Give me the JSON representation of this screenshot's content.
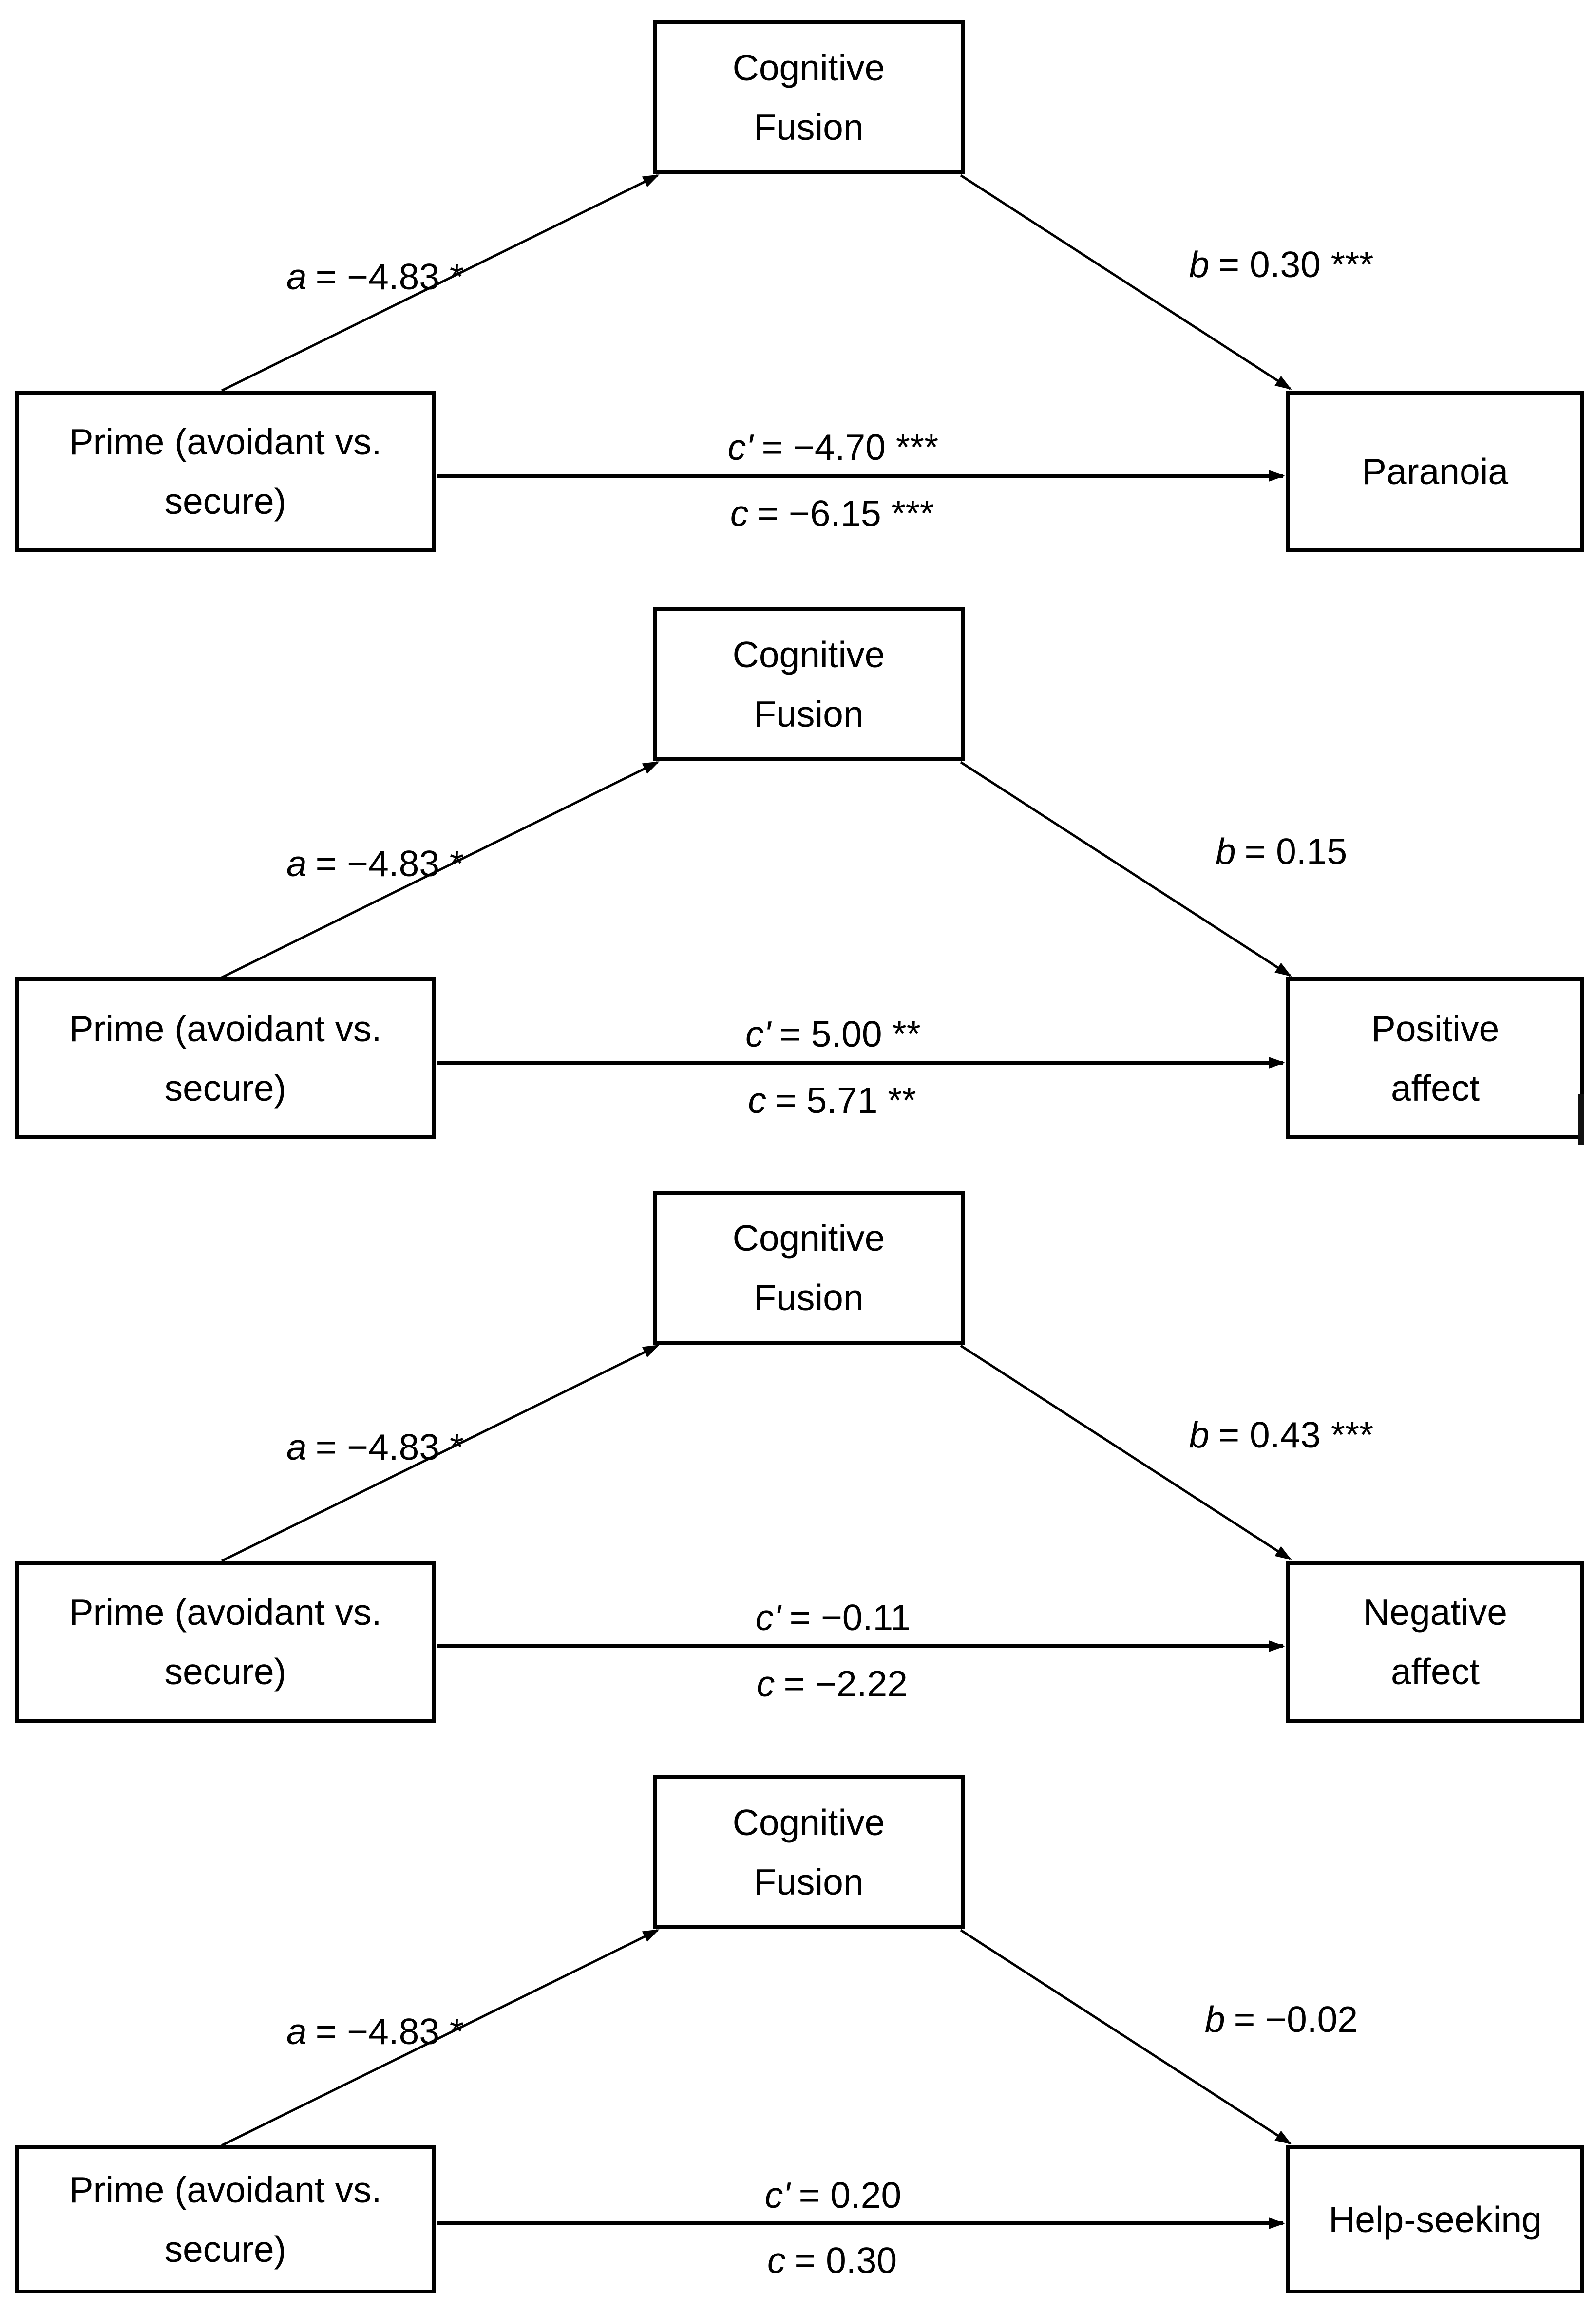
{
  "figure_type": "mediation-path-diagram",
  "panels": [
    {
      "id": "paranoia",
      "mediator_line1": "Cognitive",
      "mediator_line2": "Fusion",
      "predictor_line1": "Prime (avoidant vs.",
      "predictor_line2": "secure)",
      "outcome_line1": "Paranoia",
      "outcome_line2": "",
      "paths": {
        "a": {
          "var": "a",
          "text": "= −4.83 *"
        },
        "b": {
          "var": "b",
          "text": "= 0.30 ***"
        },
        "c_prime": {
          "var": "c'",
          "text": "= −4.70 ***"
        },
        "c": {
          "var": "c",
          "text": "= −6.15 ***"
        }
      }
    },
    {
      "id": "positive-affect",
      "mediator_line1": "Cognitive",
      "mediator_line2": "Fusion",
      "predictor_line1": "Prime (avoidant vs.",
      "predictor_line2": "secure)",
      "outcome_line1": "Positive",
      "outcome_line2": "affect",
      "paths": {
        "a": {
          "var": "a",
          "text": "= −4.83 *"
        },
        "b": {
          "var": "b",
          "text": "= 0.15"
        },
        "c_prime": {
          "var": "c'",
          "text": "= 5.00 **"
        },
        "c": {
          "var": "c",
          "text": "= 5.71 **"
        }
      }
    },
    {
      "id": "negative-affect",
      "mediator_line1": "Cognitive",
      "mediator_line2": "Fusion",
      "predictor_line1": "Prime (avoidant vs.",
      "predictor_line2": "secure)",
      "outcome_line1": "Negative",
      "outcome_line2": "affect",
      "paths": {
        "a": {
          "var": "a",
          "text": "= −4.83 *"
        },
        "b": {
          "var": "b",
          "text": "= 0.43 ***"
        },
        "c_prime": {
          "var": "c'",
          "text": "= −0.11"
        },
        "c": {
          "var": "c",
          "text": "= −2.22"
        }
      }
    },
    {
      "id": "help-seeking",
      "mediator_line1": "Cognitive",
      "mediator_line2": "Fusion",
      "predictor_line1": "Prime (avoidant vs.",
      "predictor_line2": "secure)",
      "outcome_line1": "Help-seeking",
      "outcome_line2": "",
      "paths": {
        "a": {
          "var": "a",
          "text": "= −4.83 *"
        },
        "b": {
          "var": "b",
          "text": "= −0.02"
        },
        "c_prime": {
          "var": "c'",
          "text": "= 0.20"
        },
        "c": {
          "var": "c",
          "text": "= 0.30"
        }
      }
    }
  ],
  "colors": {
    "ink": "#000000",
    "background": "#ffffff"
  }
}
